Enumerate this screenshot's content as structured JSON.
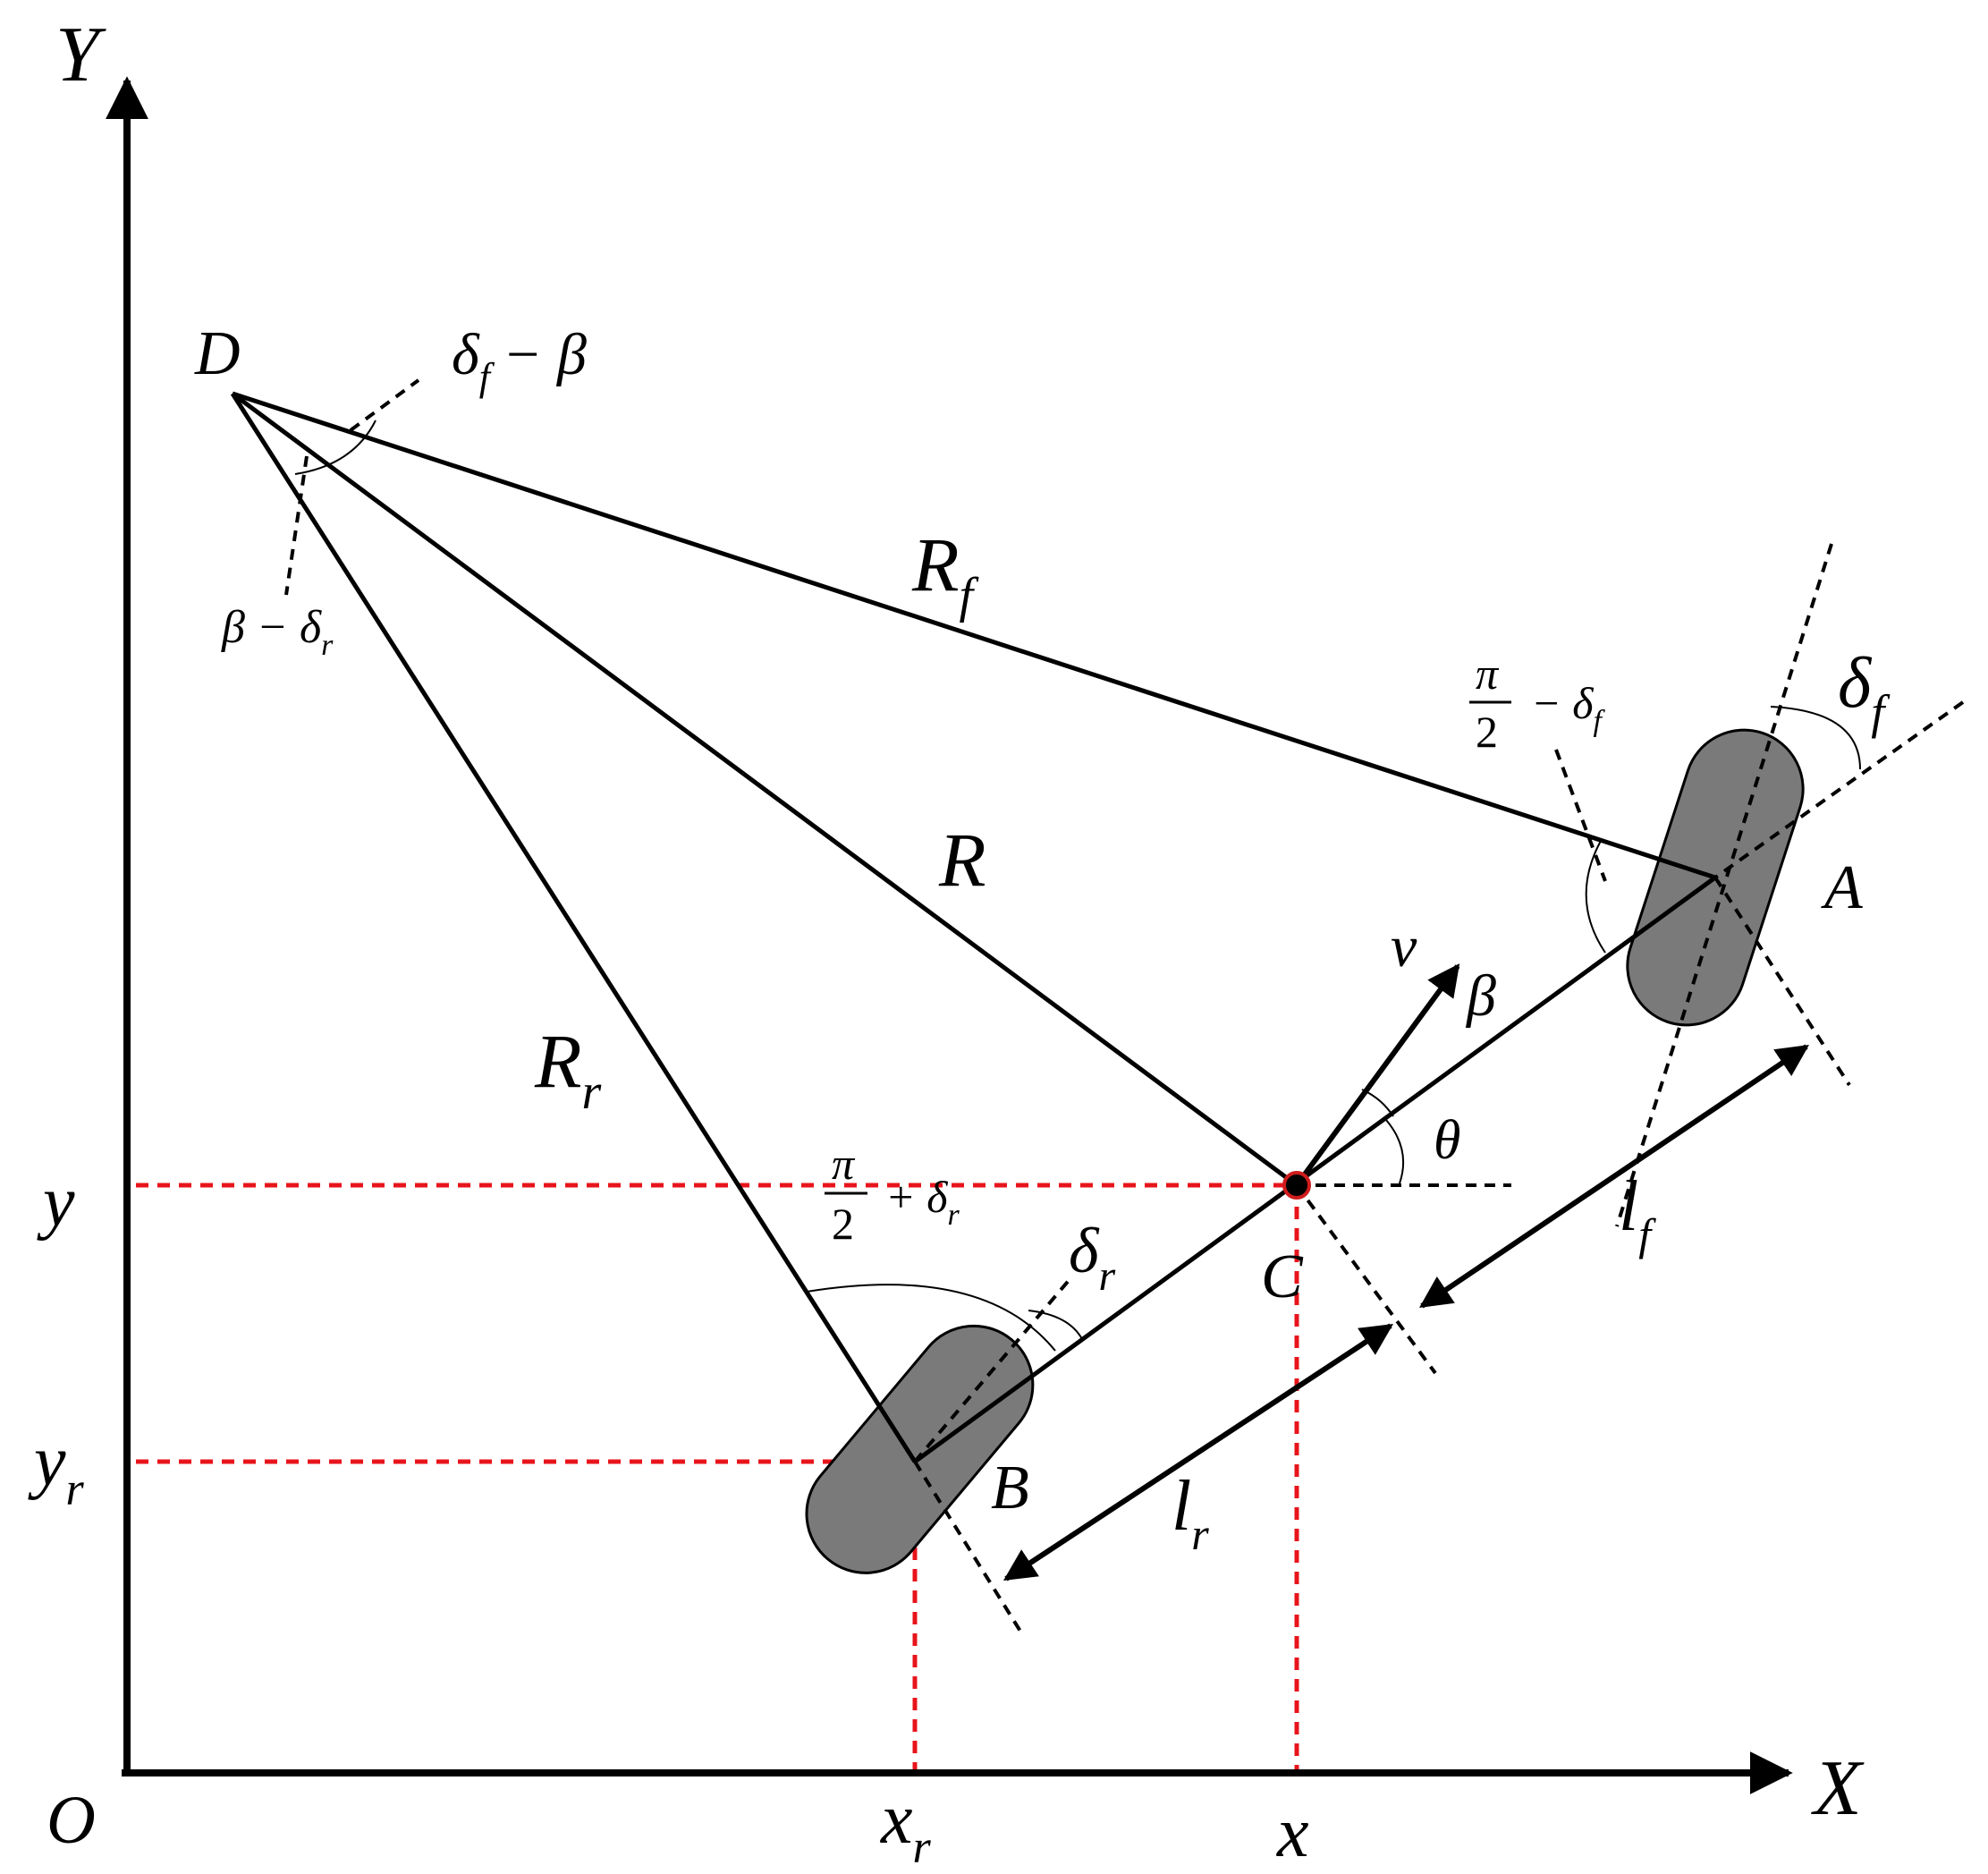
{
  "axes": {
    "y_axis_label": "Y",
    "x_axis_label": "X",
    "origin_label": "O"
  },
  "points": {
    "D": "D",
    "A": "A",
    "B": "B",
    "C": "C"
  },
  "lengths": {
    "R_f": {
      "base": "R",
      "sub": "f"
    },
    "R": "R",
    "R_r": {
      "base": "R",
      "sub": "r"
    },
    "l_f": {
      "base": "l",
      "sub": "f"
    },
    "l_r": {
      "base": "l",
      "sub": "r"
    }
  },
  "angles": {
    "delta_f_minus_beta": {
      "delta": "δ",
      "sub": "f",
      "rest": "− β"
    },
    "beta_minus_delta_r": {
      "lead": "β − δ",
      "sub": "r"
    },
    "pi_half_minus_delta_f": {
      "num": "π",
      "den": "2",
      "op": "− δ",
      "sub": "f"
    },
    "delta_f": {
      "delta": "δ",
      "sub": "f"
    },
    "pi_half_plus_delta_r": {
      "num": "π",
      "den": "2",
      "op": "+ δ",
      "sub": "r"
    },
    "delta_r": {
      "delta": "δ",
      "sub": "r"
    },
    "beta": "β",
    "theta": "θ",
    "v": "v"
  },
  "coords": {
    "y": "y",
    "y_r": {
      "base": "y",
      "sub": "r"
    },
    "x": "x",
    "x_r": {
      "base": "x",
      "sub": "r"
    }
  },
  "colors": {
    "line": "#000000",
    "projection": "#e8141b",
    "wheel_fill": "#7a7a7a",
    "background": "#ffffff"
  }
}
